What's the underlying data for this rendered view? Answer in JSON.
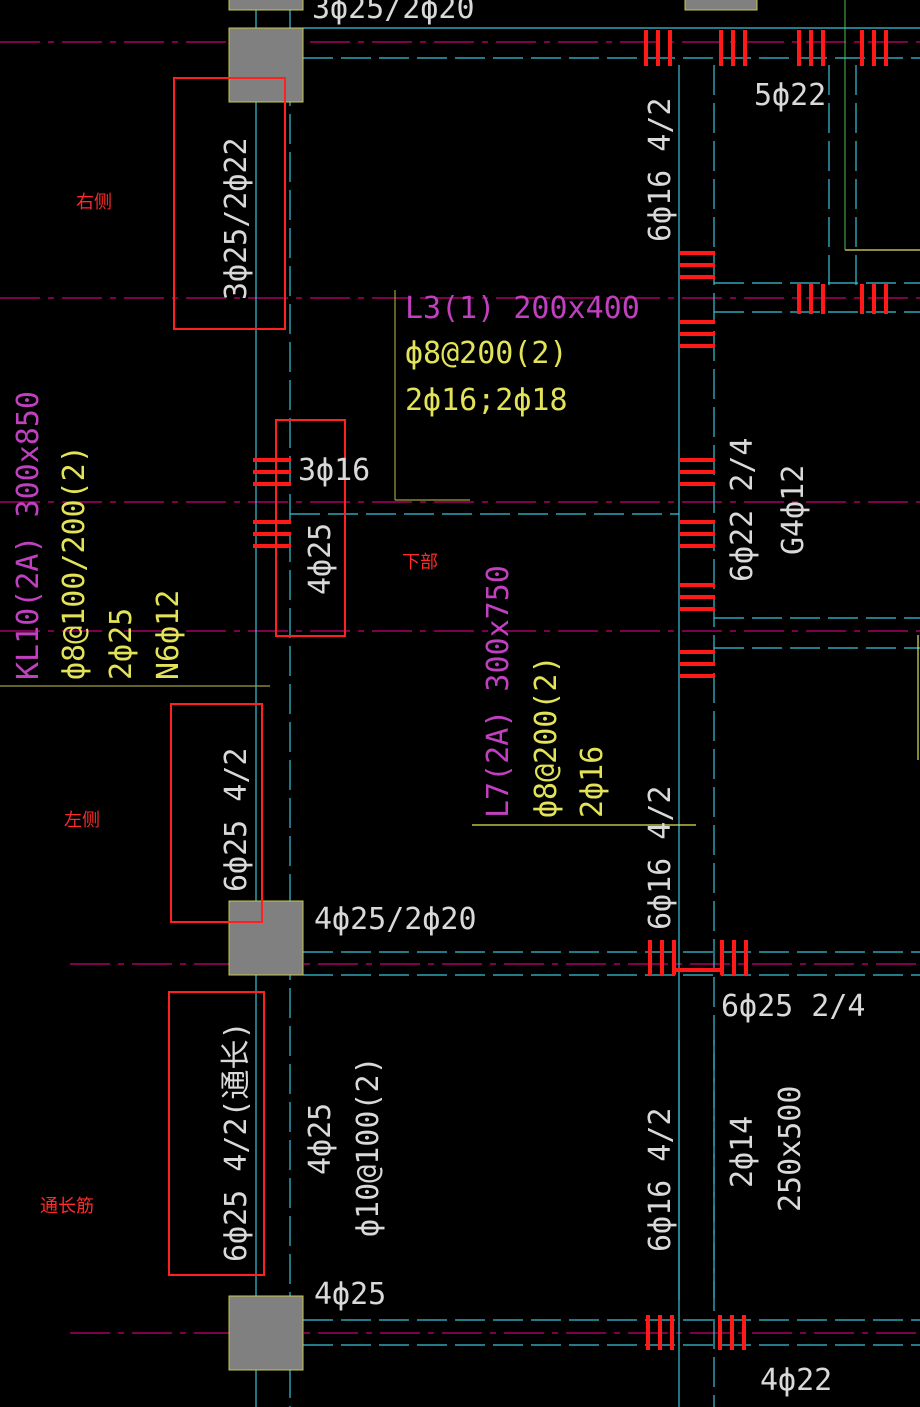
{
  "drawing": {
    "colors": {
      "background": "#000000",
      "grid_axis": "#c8007a",
      "beam_edge": "#39c3d6",
      "column_fill": "#808080",
      "rebar_mark": "#ff1a1a",
      "annotation_box": "#ff2020",
      "text_white": "#d9d9d9",
      "text_yellow": "#e3e35a",
      "text_magenta": "#c040c0"
    },
    "annotations": {
      "right_side": "右侧",
      "left_side": "左侧",
      "bottom": "下部",
      "through_bar": "通长筋"
    },
    "beam_kl10": {
      "name": "KL10(2A) 300x850",
      "stirrup": "ф8@100/200(2)",
      "top": "2ф25",
      "side": "N6ф12"
    },
    "beam_l3": {
      "name": "L3(1) 200x400",
      "stirrup": "ф8@200(2)",
      "bars": "2ф16;2ф18"
    },
    "beam_l7": {
      "name": "L7(2A) 300x750",
      "stirrup": "ф8@200(2)",
      "bars": "2ф16"
    },
    "texts": {
      "top_partial": "3ф25/2ф20",
      "right_top": "3ф25/2ф22",
      "upper_col_left": "6ф25 4/2",
      "bottom_bars_top": "3ф16",
      "bottom_bars": "4ф25",
      "mid_col": "4ф25/2ф20",
      "lower_left": "6ф25 4/2(通长)",
      "lower_mid1": "4ф25",
      "lower_mid2": "ф10@100(2)",
      "lower_col": "4ф25",
      "right_a1": "6ф16 4/2",
      "right_a2": "5ф22",
      "right_b1": "6ф22 2/4",
      "right_b2": "G4ф12",
      "right_c1": "6ф16 4/2",
      "right_c2": "6ф25 2/4",
      "right_d1": "6ф16 4/2",
      "right_d2": "2ф14",
      "right_d3": "250x500",
      "bottom_right": "4ф22"
    }
  }
}
